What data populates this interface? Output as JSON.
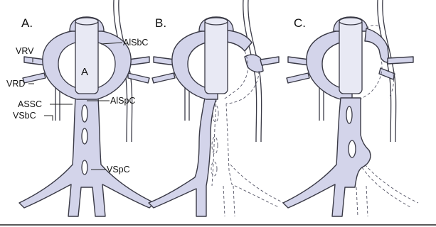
{
  "panels": [
    {
      "letter": "A."
    },
    {
      "letter": "B."
    },
    {
      "letter": "C."
    }
  ],
  "labels": {
    "aorta": "A",
    "vrv": "VRV",
    "vrd": "VRD",
    "assc": "ASSC",
    "vsbc": "VSbC",
    "alsbc": "AlSbC",
    "alspc": "AlSpC",
    "vspc": "VSpC"
  },
  "colors": {
    "vessel_fill": "#d3d4ea",
    "outline": "#3a3a46"
  }
}
